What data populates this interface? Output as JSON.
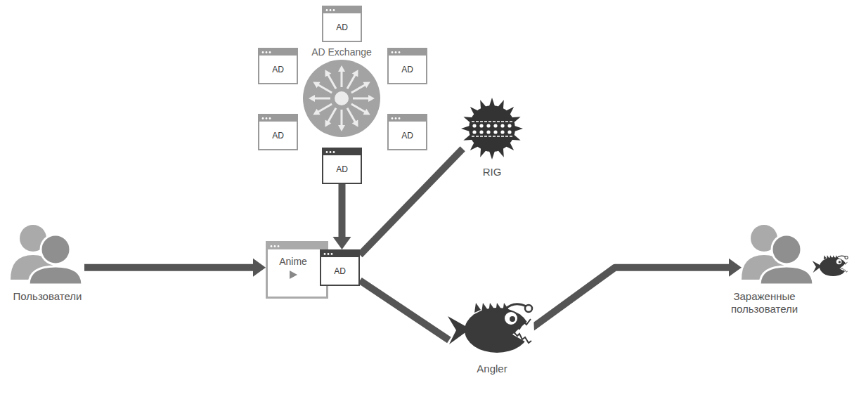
{
  "diagram": {
    "nodes": [
      {
        "text": [
          "AD"
        ]
      },
      {
        "text": [
          "AD"
        ]
      },
      {
        "text": [
          "AD Exchange"
        ]
      },
      {
        "text": [
          "AD"
        ]
      },
      {
        "text": [
          "AD"
        ]
      },
      {
        "text": [
          "AD"
        ]
      },
      {
        "text": [
          "AD"
        ]
      },
      {
        "text": [
          "RIG"
        ]
      },
      {
        "text": [
          "Пользователи"
        ]
      },
      {
        "text": [
          "Anime"
        ]
      },
      {
        "text": [
          "AD"
        ],
        "in": 9
      },
      {
        "text": [
          "Angler"
        ]
      },
      {
        "text": [
          "Зараженные пользователи"
        ]
      }
    ],
    "edges": [
      {
        "from": 8,
        "to": 9,
        "arrow": "to"
      },
      {
        "from": 6,
        "to": 10,
        "arrow": "to"
      },
      {
        "from": 10,
        "to": 7,
        "arrow": "none"
      },
      {
        "from": 10,
        "to": 11,
        "arrow": "none"
      },
      {
        "from": 11,
        "to": 12,
        "arrow": "to"
      }
    ]
  }
}
